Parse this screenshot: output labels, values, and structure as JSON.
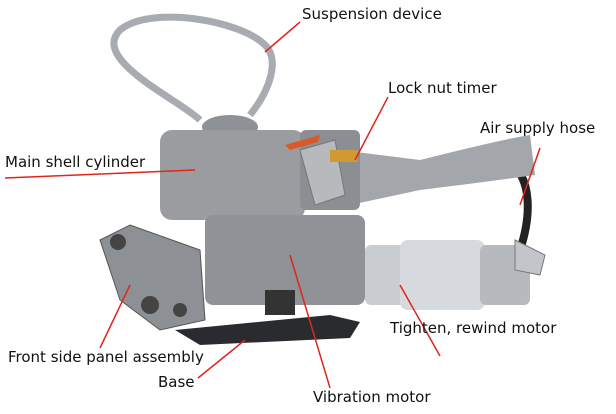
{
  "labels": {
    "suspension_device": "Suspension device",
    "lock_nut_timer": "Lock nut timer",
    "air_supply_hose": "Air supply hose",
    "main_shell_cylinder": "Main shell cylinder",
    "front_side_panel_assembly": "Front side panel assembly",
    "base": "Base",
    "vibration_motor": "Vibration motor",
    "tighten_rewind_motor": "Tighten, rewind motor"
  },
  "colors": {
    "leader_line": "#e0261c",
    "body": "#9a9c9f",
    "body_dark": "#6d7074",
    "metal": "#c9ccd0"
  }
}
